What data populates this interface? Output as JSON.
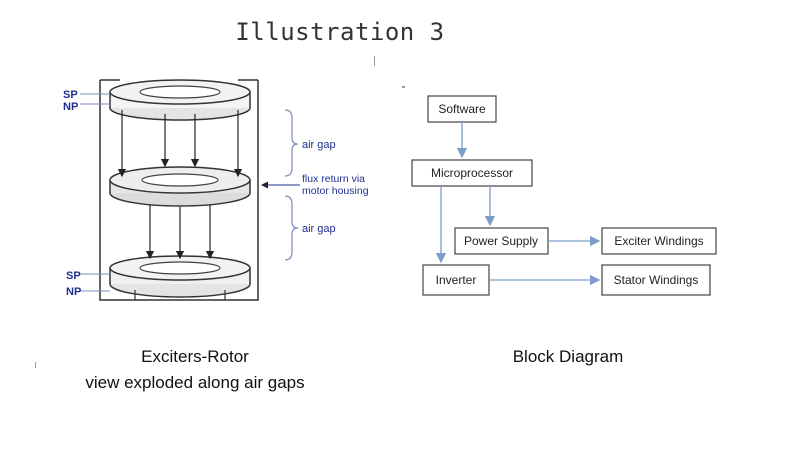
{
  "title": "Illustration 3",
  "left_diagram": {
    "labels": {
      "sp_top": "SP",
      "np_top": "NP",
      "air_gap_top": "air gap",
      "flux_line1": "flux return via",
      "flux_line2": "motor housing",
      "air_gap_bottom": "air gap",
      "sp_bottom": "SP",
      "np_bottom": "NP"
    },
    "caption_line1": "Exciters-Rotor",
    "caption_line2": "view exploded along air gaps"
  },
  "block_diagram": {
    "boxes": {
      "software": "Software",
      "microprocessor": "Microprocessor",
      "power_supply": "Power Supply",
      "exciter_windings": "Exciter Windings",
      "inverter": "Inverter",
      "stator_windings": "Stator Windings"
    },
    "caption": "Block Diagram"
  },
  "colors": {
    "label_blue": "#1f2f8f",
    "line": "#333333",
    "arrow_blue": "#7a9cc6"
  }
}
